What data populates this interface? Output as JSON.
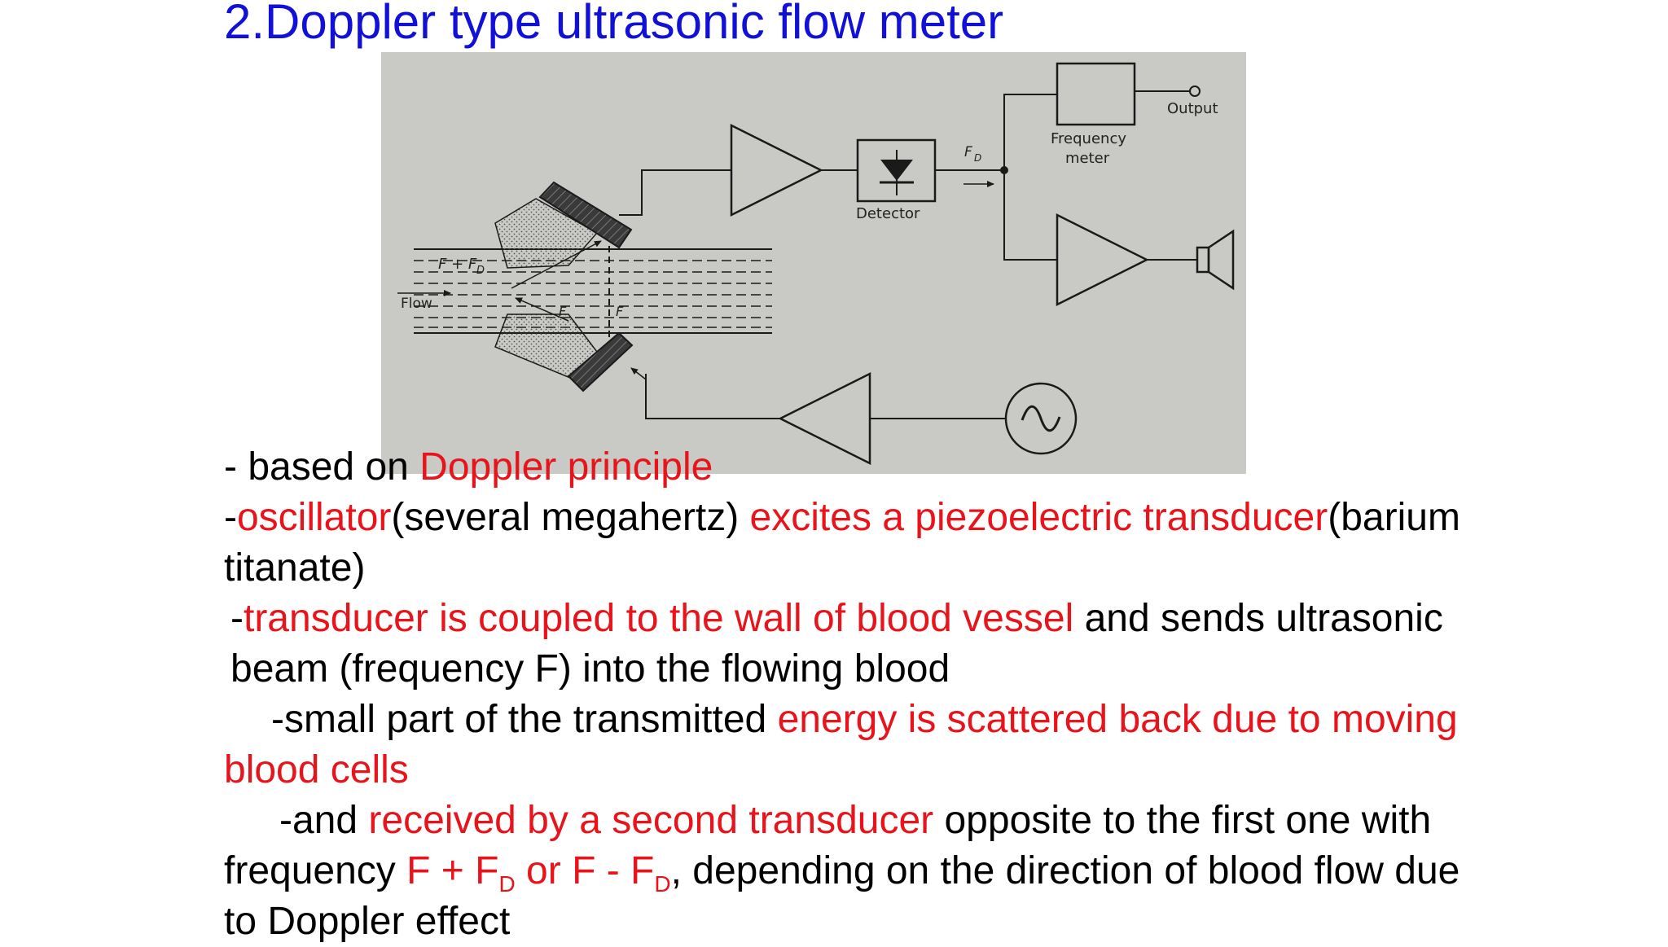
{
  "slide": {
    "title": "2.Doppler type ultrasonic flow meter"
  },
  "diagram": {
    "labels": {
      "output": "Output",
      "frequency_meter_line1": "Frequency",
      "frequency_meter_line2": "meter",
      "fd": "F",
      "fd_sub": "D",
      "detector": "Detector",
      "f_plus_fd": "F + F",
      "f_plus_fd_sub": "D",
      "flow": "Flow",
      "f_left": "F",
      "f_right": "F"
    },
    "colors": {
      "background": "#c9cac6",
      "ink": "#1a1a1a"
    }
  },
  "bullets": {
    "b1": {
      "t1": "- based on ",
      "t2": "Doppler principle"
    },
    "b2": {
      "t1": "-",
      "t2": "oscillator",
      "t3": "(several megahertz) ",
      "t4": "excites a piezoelectric transducer",
      "t5": "(barium titanate)"
    },
    "b3": {
      "t1": "-",
      "t2": "transducer is coupled to the wall of blood vessel",
      "t3": " and sends ultrasonic beam (frequency F) into the flowing blood"
    },
    "b4": {
      "t1": "-small part of the transmitted ",
      "t2": "energy is scattered back due to moving blood cells"
    },
    "b5": {
      "t1": "-and ",
      "t2": "received by a second transducer",
      "t3": " opposite to the first one with frequency ",
      "t4": "F + F",
      "t4_sub": "D",
      "t5": " or F - F",
      "t5_sub": "D",
      "t6": ", depending on the direction of blood flow due to Doppler effect"
    }
  },
  "colors": {
    "title": "#1010d8",
    "highlight": "#e8141c",
    "text": "#000000"
  }
}
